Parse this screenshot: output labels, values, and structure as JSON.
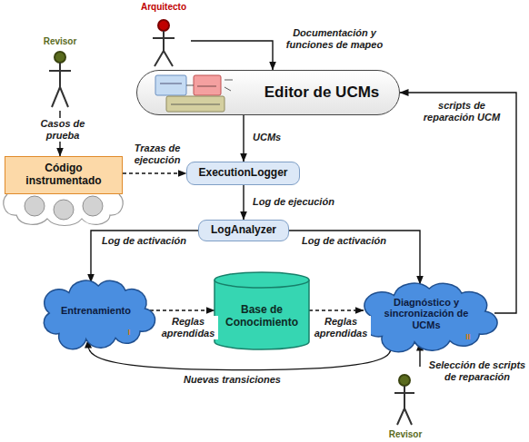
{
  "diagram": {
    "nodes": [
      {
        "text": [
          "Arquitecto"
        ]
      },
      {
        "text": [
          "Editor de UCMs"
        ]
      },
      {
        "text": [
          "Revisor"
        ]
      },
      {
        "text": [
          "Código instrumentado"
        ]
      },
      {
        "text": [
          "ExecutionLogger"
        ]
      },
      {
        "text": [
          "LogAnalyzer"
        ]
      },
      {
        "text": [
          "Entrenamiento",
          "I"
        ]
      },
      {
        "text": [
          "Base de Conocimiento"
        ]
      },
      {
        "text": [
          "Diagnóstico y sincronización de UCMs",
          "II"
        ]
      },
      {
        "text": [
          "Revisor"
        ]
      }
    ],
    "edges": [
      {
        "from": 0,
        "to": 1,
        "label": "Documentación y funciones de mapeo",
        "arrow": "to"
      },
      {
        "from": 2,
        "to": 3,
        "label": "Casos de prueba",
        "arrow": "to"
      },
      {
        "from": 3,
        "to": 4,
        "label": "Trazas de ejecución",
        "arrow": "to"
      },
      {
        "from": 1,
        "to": 4,
        "label": "UCMs",
        "arrow": "to"
      },
      {
        "from": 4,
        "to": 5,
        "label": "Log de ejecución",
        "arrow": "to"
      },
      {
        "from": 5,
        "to": 6,
        "label": "Log de activación",
        "arrow": "to"
      },
      {
        "from": 5,
        "to": 8,
        "label": "Log de activación",
        "arrow": "to"
      },
      {
        "from": 6,
        "to": 7,
        "label": "Reglas aprendidas",
        "arrow": "to"
      },
      {
        "from": 7,
        "to": 8,
        "label": "Reglas aprendidas",
        "arrow": "to"
      },
      {
        "from": 8,
        "to": 6,
        "label": "Nuevas transiciones",
        "arrow": "to"
      },
      {
        "from": 9,
        "to": 8,
        "label": "Selección de scripts de reparación",
        "arrow": "to"
      },
      {
        "from": 8,
        "to": 1,
        "label": "scripts de reparación UCM",
        "arrow": "to"
      }
    ]
  }
}
